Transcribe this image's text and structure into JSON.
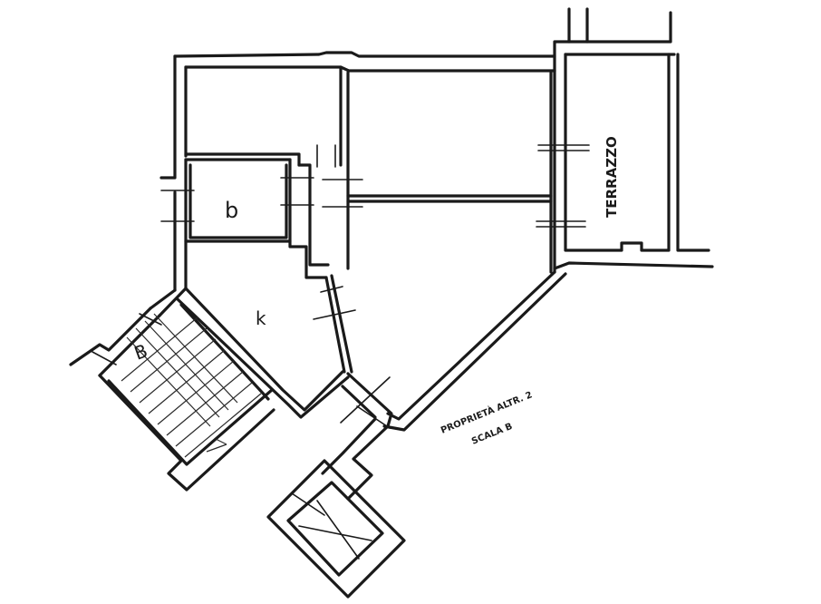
{
  "labels": {
    "bathroom": "b",
    "kitchen": "k",
    "stair": "B",
    "terrace": "TERRAZZO",
    "neighbor_line1": "PROPRIETÀ ALTR. 2",
    "neighbor_line2": "SCALA B"
  },
  "colors": {
    "ink": "#1a1a1a",
    "paper": "#ffffff"
  }
}
